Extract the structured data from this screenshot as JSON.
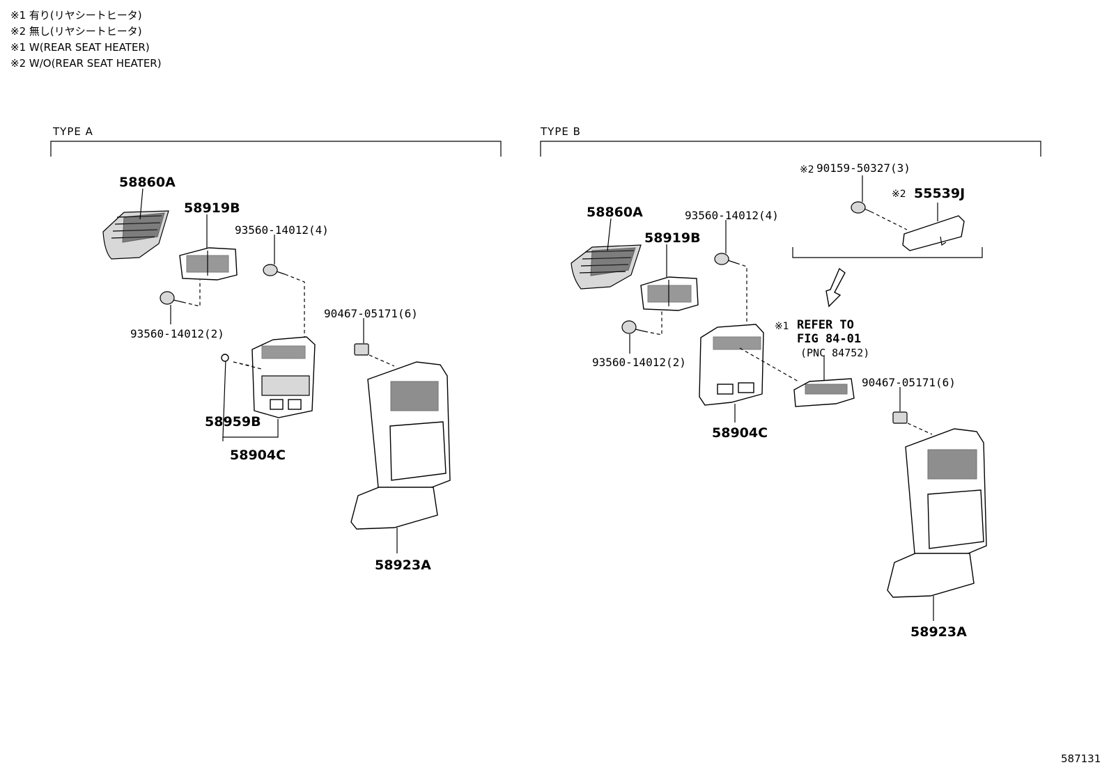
{
  "notes": [
    "※1 有り(リヤシートヒータ)",
    "※2 無し(リヤシートヒータ)",
    "※1 W(REAR SEAT HEATER)",
    "※2 W/O(REAR SEAT HEATER)"
  ],
  "type_a": {
    "header": "TYPE A",
    "labels": {
      "p58860a": "58860A",
      "p58919b": "58919B",
      "screw_top": "93560-14012(4)",
      "screw_left": "93560-14012(2)",
      "clip": "90467-05171(6)",
      "p58959b": "58959B",
      "p58904c": "58904C",
      "p58923a": "58923A"
    }
  },
  "type_b": {
    "header": "TYPE B",
    "labels": {
      "p58860a": "58860A",
      "p58919b": "58919B",
      "screw_top": "93560-14012(4)",
      "screw_left": "93560-14012(2)",
      "clip": "90467-05171(6)",
      "p58904c": "58904C",
      "p58923a": "58923A",
      "bolt_mark": "※2",
      "bolt": "90159-50327(3)",
      "p55539j_mark": "※2",
      "p55539j": "55539J",
      "refer_mark": "※1",
      "refer_line1": "REFER TO",
      "refer_line2": "FIG 84-01",
      "refer_line3": "(PNC 84752)"
    }
  },
  "figure_number": "587131"
}
